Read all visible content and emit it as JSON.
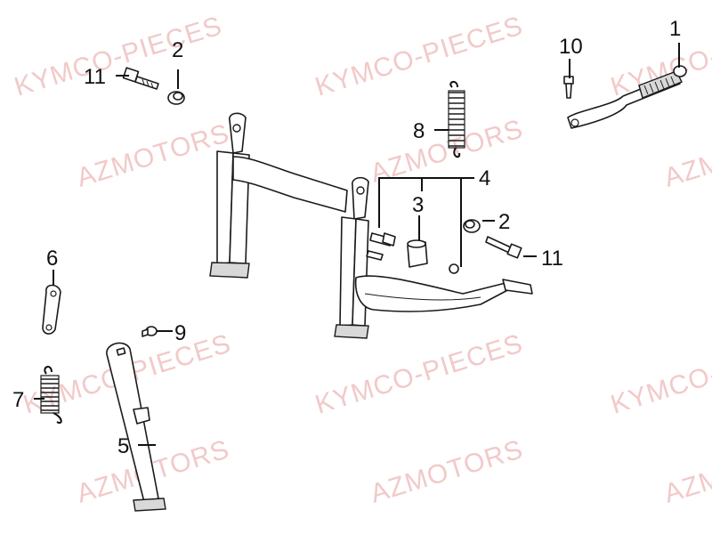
{
  "watermarks": {
    "kymco": "KYMCO-PIECES",
    "azmotors": "AZMOTORS"
  },
  "callouts": {
    "c1": "1",
    "c2a": "2",
    "c2b": "2",
    "c3": "3",
    "c4": "4",
    "c5": "5",
    "c6": "6",
    "c7": "7",
    "c8": "8",
    "c9": "9",
    "c10": "10",
    "c11a": "11",
    "c11b": "11"
  },
  "colors": {
    "watermark": "#f2c9c9",
    "line": "#1a1a1a"
  }
}
